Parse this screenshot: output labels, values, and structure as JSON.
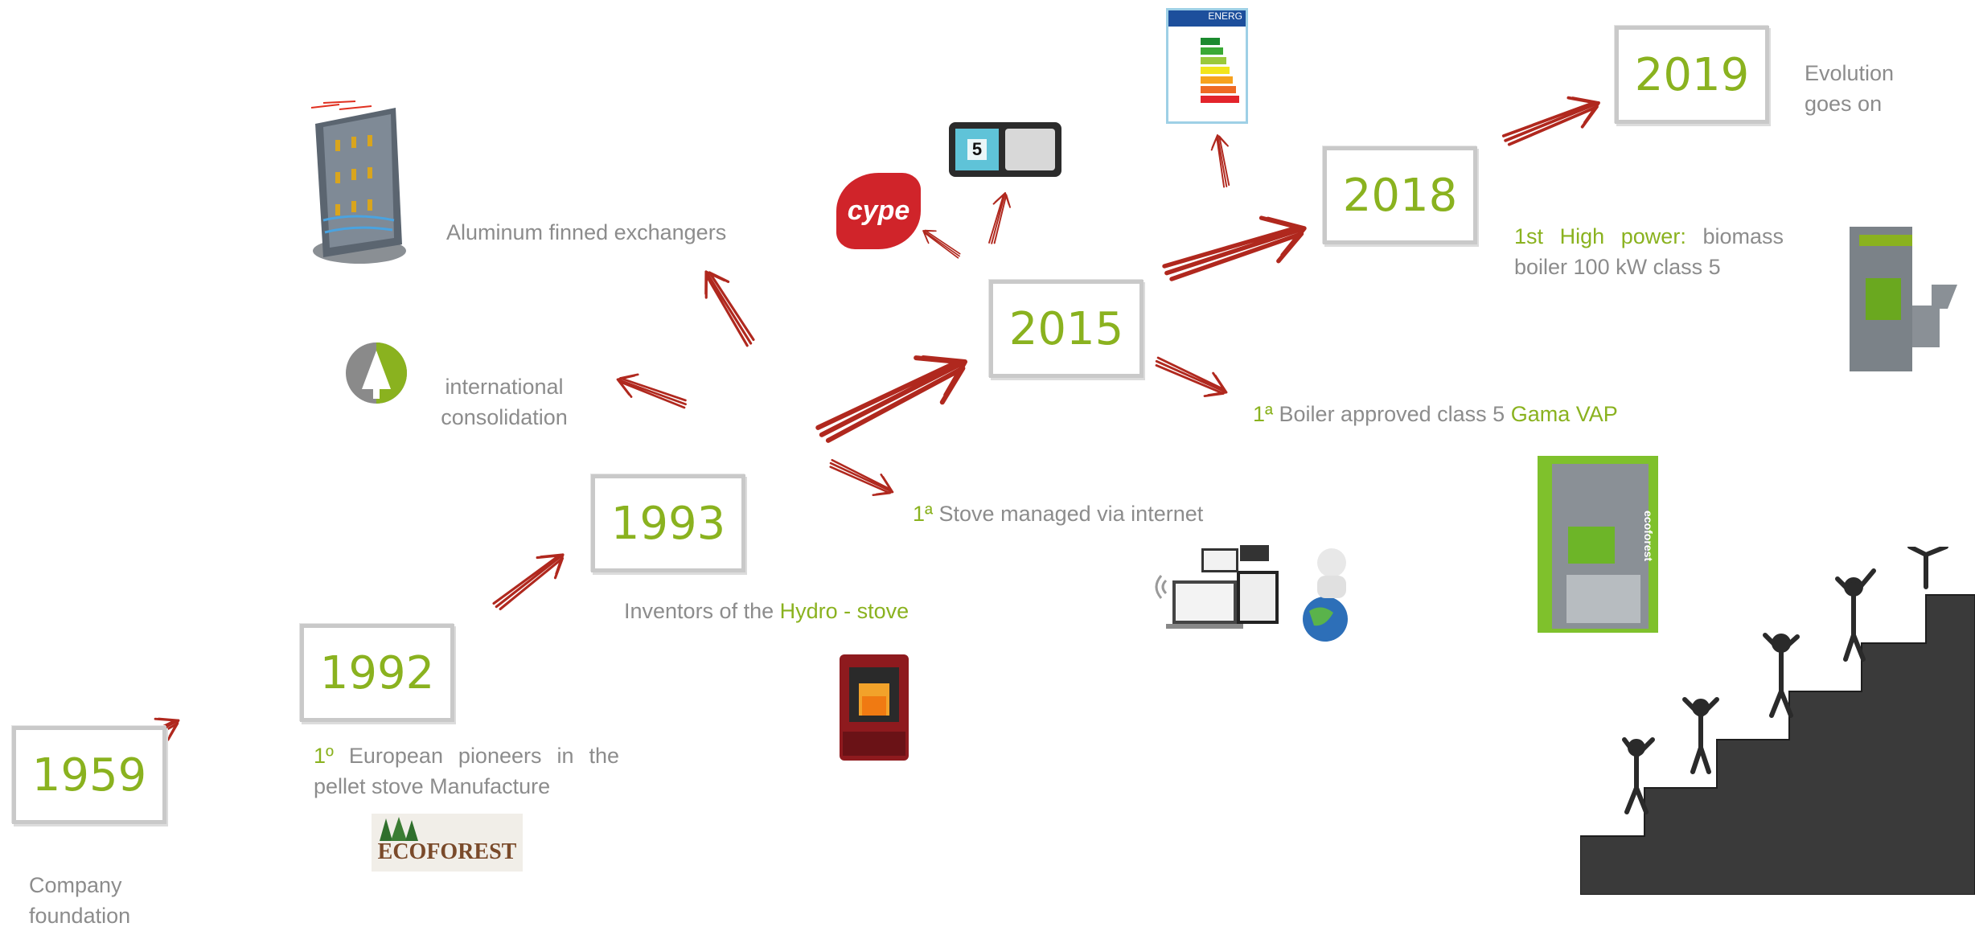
{
  "years": {
    "y1959": "1959",
    "y1992": "1992",
    "y1993": "1993",
    "y2015": "2015",
    "y2018": "2018",
    "y2019": "2019"
  },
  "captions": {
    "company_foundation": "Company\nfoundation",
    "pioneers_prefix": "1º",
    "pioneers_text": "European pioneers in the pellet stove Manufacture",
    "hydro_text": "Inventors of the ",
    "hydro_highlight": "Hydro - stove",
    "consolidation": "international\nconsolidation",
    "aluminum": "Aluminum finned exchangers",
    "stove_prefix": "1ª",
    "stove_text": "Stove managed via internet",
    "boiler_prefix": "1ª",
    "boiler_text": "Boiler approved class 5 ",
    "boiler_highlight": "Gama VAP",
    "high_power_highlight": "1st High power:",
    "high_power_text": "biomass boiler 100 kW class 5",
    "evolution": "Evolution\ngoes on"
  },
  "logos": {
    "ecoforest": "ECOFOREST",
    "cype": "cype",
    "energy_label": "ENERG",
    "controller_digit": "5",
    "boiler_brand": "ecoforest"
  },
  "colors": {
    "accent_green": "#8ab21f",
    "text_gray": "#8c8c8c",
    "arrow_red": "#b0281e",
    "box_border": "#c9c9c9"
  },
  "icons": [
    "arrow-icon",
    "tree-logo-icon",
    "wifi-icon",
    "globe-icon"
  ]
}
